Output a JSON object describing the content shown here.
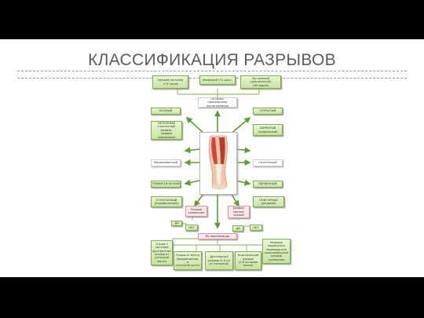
{
  "title": "КЛАССИФИКАЦИЯ РАЗРЫВОВ",
  "colors": {
    "green": "#7fb14a",
    "pink": "#d99aa2",
    "arrow": "#5e9e2e",
    "title": "#5b5b5b"
  },
  "image": {
    "name": "leg-anatomy-illustration"
  },
  "boxes": {
    "fresh": "Свежий (острый)\n<72 часов",
    "timing_lt": "Несвежий (72 часа -",
    "old": "Застарелый (хронический)\n>6 недель",
    "by_time": "По сроку, прошедшему\nпосле ранения",
    "complete": "ПОЛНЫЙ",
    "open": "ОТКРЫТЫЙ",
    "incomplete": "НЕПОЛНЫЙ\n(частичный\nразрыв,\nнадрыв сухожилия)",
    "closed": "ЗАКРЫТЫЙ\n(подкожный)",
    "isolated": "Изолированный",
    "combined": "Сочетанный",
    "traumatic": "ТРАВМАТИЧЕСКИЙ",
    "primary": "ПЕРВИЧНЫЙ",
    "spontaneous": "СПОНТАННЫЙ\n(атрофический)",
    "recurrent": "ПОВТОРНЫЙ\n(рецидив)",
    "rupture_reason": "Разрыв\nсухожилия",
    "defect": "Дефект\nмягких\nтканей",
    "yes": "ДА",
    "no1": "НЕТ",
    "yes2": "ДА",
    "no2": "НЕТ",
    "by_location": "По локализации",
    "avulsion": "Отрыв с\nкостным\nфрагментом\n(отрыв от\nпяточной\nкости)",
    "site1": "Отрыв от места\nприкрепления, в\nпяточной кости",
    "site2": "Дистальный\nразрыв (2-6 см\nот пяточной)",
    "site3": "Классический\nразрыв\n(2-6 см выше\nпятки)",
    "site4": "Разрывы\nмышечного\nперехода или\nпроксимальный\nразрыв\nсухожилия"
  }
}
